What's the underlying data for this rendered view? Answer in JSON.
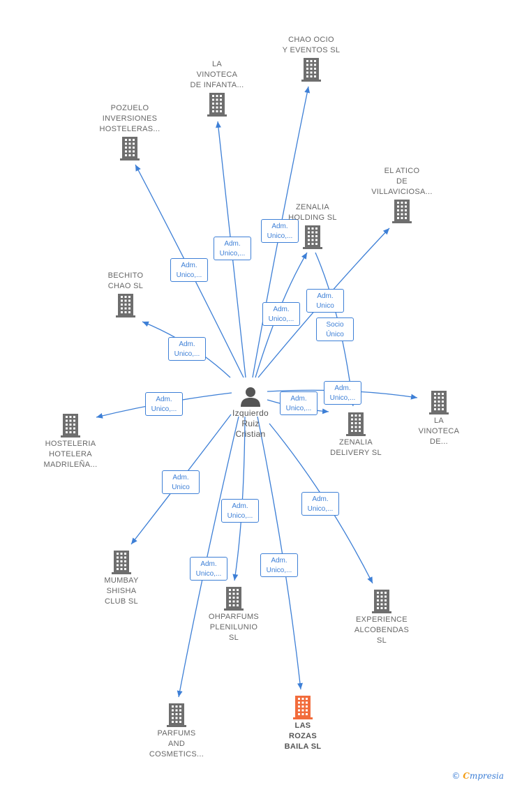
{
  "colors": {
    "edge": "#3d7fd6",
    "building": "#6e6e6e",
    "highlight": "#f26c3c",
    "person": "#555555"
  },
  "center": {
    "id": "person",
    "lines": [
      "Izquierdo",
      "Ruiz",
      "Cristian"
    ],
    "icon": "person-icon"
  },
  "nodes": [
    {
      "id": "chao-ocio",
      "lines": [
        "CHAO OCIO",
        "Y EVENTOS  SL"
      ],
      "icon": "building-icon"
    },
    {
      "id": "vinoteca-infanta",
      "lines": [
        "LA",
        "VINOTECA",
        "DE INFANTA..."
      ],
      "icon": "building-icon"
    },
    {
      "id": "pozuelo",
      "lines": [
        "POZUELO",
        "INVERSIONES",
        "HOSTELERAS..."
      ],
      "icon": "building-icon"
    },
    {
      "id": "atico",
      "lines": [
        "EL ATICO",
        "DE",
        "VILLAVICIOSA..."
      ],
      "icon": "building-icon"
    },
    {
      "id": "zenalia-holding",
      "lines": [
        "ZENALIA",
        "HOLDING  SL"
      ],
      "icon": "building-icon"
    },
    {
      "id": "bechito",
      "lines": [
        "BECHITO",
        "CHAO  SL"
      ],
      "icon": "building-icon"
    },
    {
      "id": "vinoteca-de",
      "lines": [
        "LA",
        "VINOTECA",
        "DE..."
      ],
      "icon": "building-icon"
    },
    {
      "id": "hosteleria",
      "lines": [
        "HOSTELERIA",
        "HOTELERA",
        "MADRILEÑA..."
      ],
      "icon": "building-icon"
    },
    {
      "id": "zenalia-delivery",
      "lines": [
        "ZENALIA",
        "DELIVERY  SL"
      ],
      "icon": "building-icon"
    },
    {
      "id": "mumbay",
      "lines": [
        "MUMBAY",
        "SHISHA",
        "CLUB  SL"
      ],
      "icon": "building-icon"
    },
    {
      "id": "ohparfums",
      "lines": [
        "OHPARFUMS",
        "PLENILUNIO",
        "SL"
      ],
      "icon": "building-icon"
    },
    {
      "id": "experience",
      "lines": [
        "EXPERIENCE",
        "ALCOBENDAS",
        "SL"
      ],
      "icon": "building-icon"
    },
    {
      "id": "parfums",
      "lines": [
        "PARFUMS",
        "AND",
        "COSMETICS..."
      ],
      "icon": "building-icon"
    },
    {
      "id": "las-rozas",
      "lines": [
        "LAS",
        "ROZAS",
        "BAILA  SL"
      ],
      "icon": "building-icon",
      "highlight": true
    }
  ],
  "edges": [
    {
      "to": "pozuelo",
      "label": [
        "Adm.",
        "Unico,..."
      ]
    },
    {
      "to": "vinoteca-infanta",
      "label": [
        "Adm.",
        "Unico,..."
      ]
    },
    {
      "to": "chao-ocio",
      "label": [
        "Adm.",
        "Unico,..."
      ]
    },
    {
      "to": "zenalia-holding",
      "label": [
        "Adm.",
        "Unico,..."
      ]
    },
    {
      "to": "atico",
      "label": [
        "Adm.",
        "Unico"
      ]
    },
    {
      "to": "bechito",
      "label": [
        "Adm.",
        "Unico,..."
      ]
    },
    {
      "to": "hosteleria",
      "label": [
        "Adm.",
        "Unico,..."
      ]
    },
    {
      "to": "zenalia-delivery",
      "label": [
        "Adm.",
        "Unico,..."
      ]
    },
    {
      "to": "vinoteca-de",
      "label": [
        "Adm.",
        "Unico,..."
      ]
    },
    {
      "to": "mumbay",
      "label": [
        "Adm.",
        "Unico"
      ]
    },
    {
      "to": "ohparfums",
      "label": [
        "Adm.",
        "Unico,..."
      ]
    },
    {
      "to": "parfums",
      "label": [
        "Adm.",
        "Unico,..."
      ]
    },
    {
      "to": "las-rozas",
      "label": [
        "Adm.",
        "Unico,..."
      ]
    },
    {
      "to": "experience",
      "label": [
        "Adm.",
        "Unico,..."
      ]
    },
    {
      "from": "zenalia-holding",
      "to": "zenalia-delivery",
      "label": [
        "Socio",
        "Único"
      ]
    }
  ],
  "credit": {
    "symbol": "©",
    "brand_first": "C",
    "brand_rest": "mpresia"
  }
}
